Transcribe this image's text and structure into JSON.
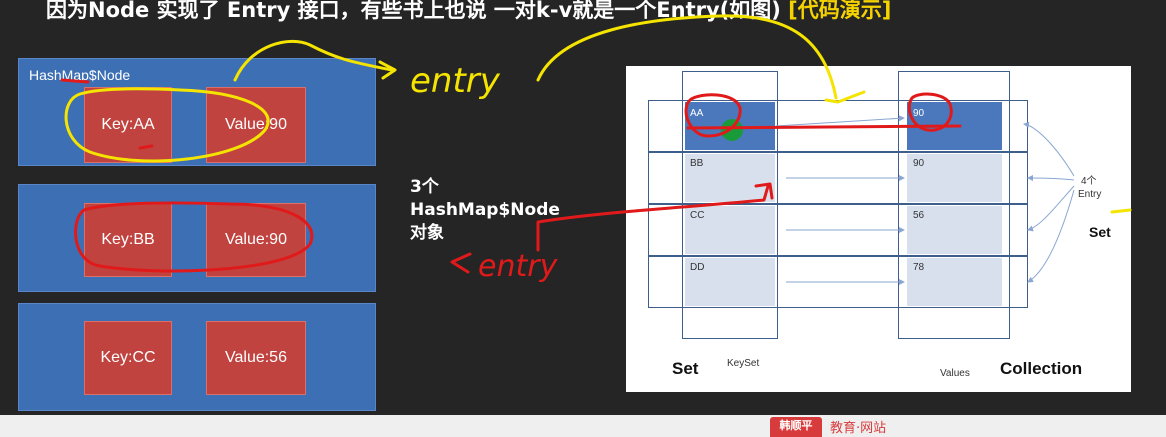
{
  "title": {
    "main": "因为Node 实现了 Entry 接口，有些书上也说 一对k-v就是一个Entry(如图)",
    "highlight": "[代码演示]"
  },
  "nodes": [
    {
      "label": "HashMap$Node",
      "key": "Key:AA",
      "value": "Value:90"
    },
    {
      "key": "Key:BB",
      "value": "Value:90"
    },
    {
      "key": "Key:CC",
      "value": "Value:56"
    }
  ],
  "annotations": {
    "entry_top": "entry",
    "entry_mid": "entry",
    "middle_text": [
      "3个",
      "HashMap$Node",
      "对象"
    ]
  },
  "panel": {
    "keys": [
      "AA",
      "BB",
      "CC",
      "DD"
    ],
    "values": [
      "90",
      "90",
      "56",
      "78"
    ],
    "set_label": "Set",
    "keyset_label": "KeySet",
    "values_label": "Values",
    "collection_label": "Collection",
    "entry_count": "4个",
    "entry_word": "Entry",
    "right_set": "Set"
  },
  "footer": {
    "logo": "韩顺平",
    "text": "教育·网站"
  },
  "colors": {
    "node_bg": "#3d6fb4",
    "cell_bg": "#c0433f",
    "ink_yellow": "#f5e400",
    "ink_red": "#e01a1a",
    "board": "#252525"
  }
}
